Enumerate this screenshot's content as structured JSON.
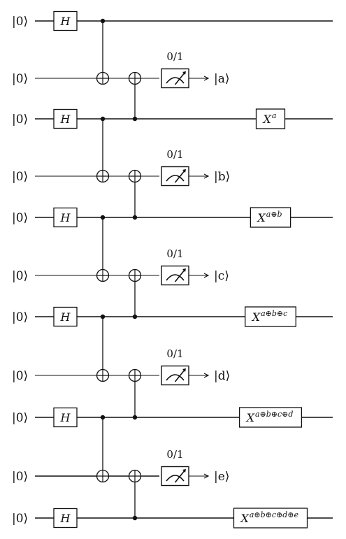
{
  "qubits": [
    {
      "ket": "|0⟩",
      "kind": "h"
    },
    {
      "ket": "|0⟩",
      "kind": "anc"
    },
    {
      "ket": "|0⟩",
      "kind": "h"
    },
    {
      "ket": "|0⟩",
      "kind": "anc"
    },
    {
      "ket": "|0⟩",
      "kind": "h"
    },
    {
      "ket": "|0⟩",
      "kind": "anc"
    },
    {
      "ket": "|0⟩",
      "kind": "h"
    },
    {
      "ket": "|0⟩",
      "kind": "anc"
    },
    {
      "ket": "|0⟩",
      "kind": "h"
    },
    {
      "ket": "|0⟩",
      "kind": "anc"
    },
    {
      "ket": "|0⟩",
      "kind": "h"
    }
  ],
  "hadamard_label": "H",
  "measurement_label": "0/1",
  "outcomes": [
    "|a⟩",
    "|b⟩",
    "|c⟩",
    "|d⟩",
    "|e⟩"
  ],
  "corrections": [
    {
      "base": "X",
      "exponent": "a"
    },
    {
      "base": "X",
      "exponent": "a⊕b"
    },
    {
      "base": "X",
      "exponent": "a⊕b⊕c"
    },
    {
      "base": "X",
      "exponent": "a⊕b⊕c⊕d"
    },
    {
      "base": "X",
      "exponent": "a⊕b⊕c⊕d⊕e"
    }
  ]
}
